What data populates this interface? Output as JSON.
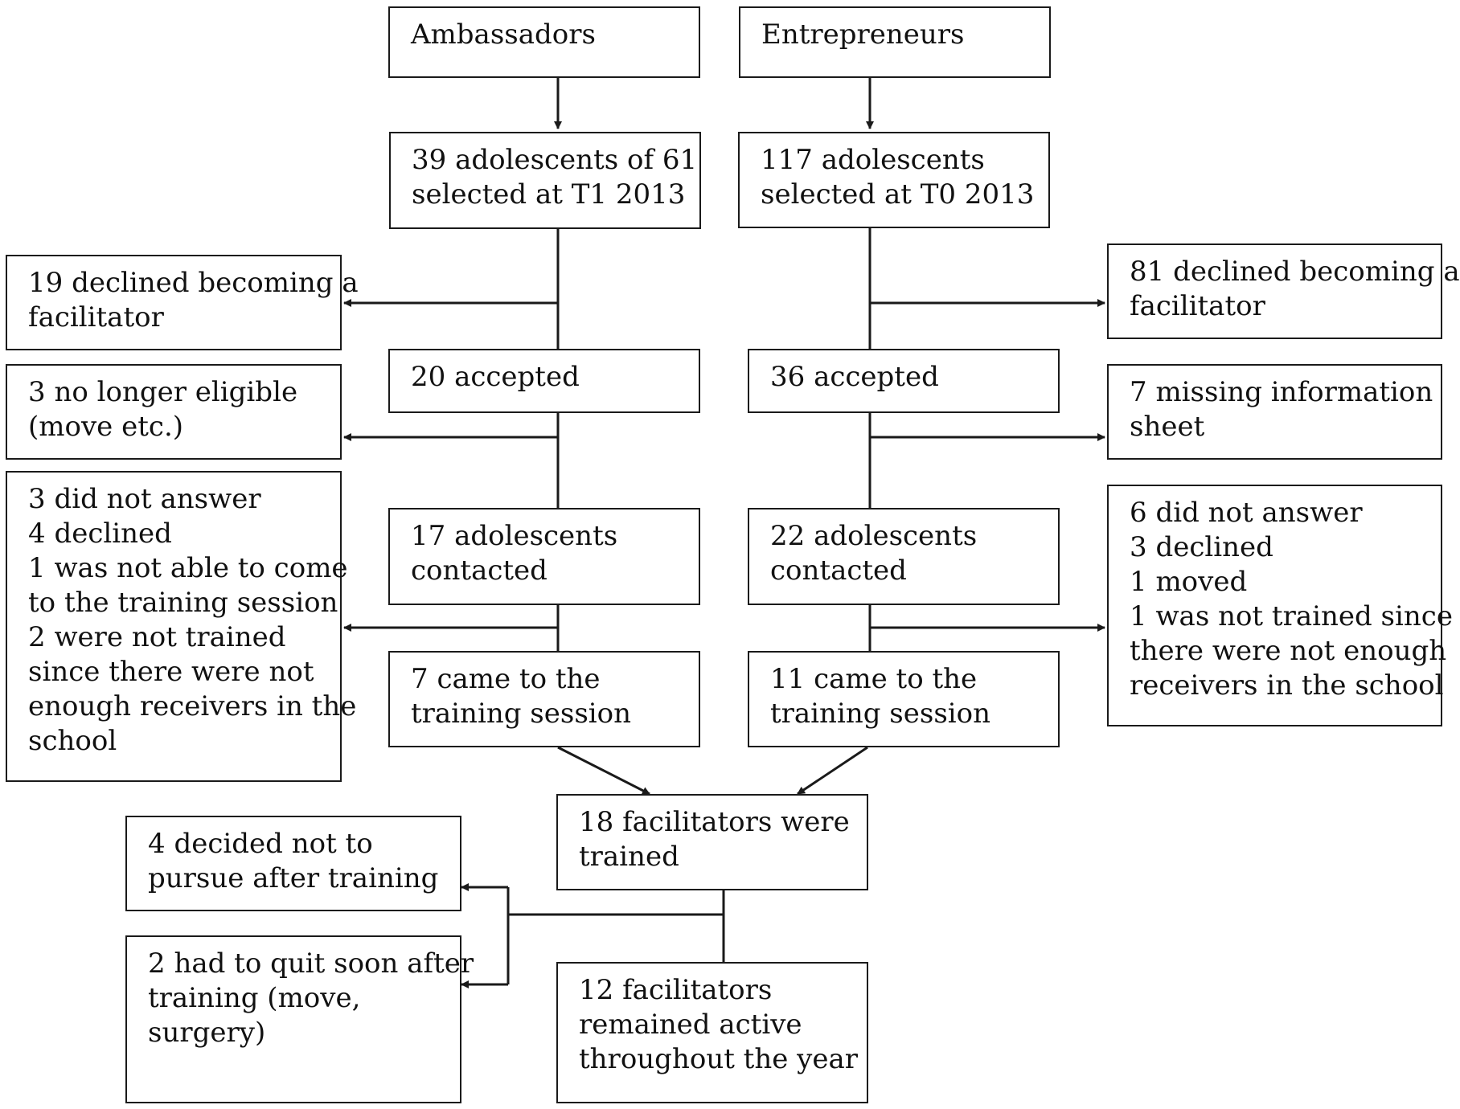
{
  "ambassadors": {
    "header": [
      "Ambassadors"
    ],
    "selected": [
      "39 adolescents of 61",
      "selected at T1 2013"
    ],
    "declined": [
      "19 declined becoming a",
      "facilitator"
    ],
    "accepted": [
      "20 accepted"
    ],
    "ineligible": [
      "3 no longer eligible",
      "(move etc.)"
    ],
    "contacted": [
      "17 adolescents",
      "contacted"
    ],
    "dropouts": [
      "3 did not answer",
      "4 declined",
      "1 was not able to come",
      "to the training session",
      "2 were not trained",
      "since there were not",
      "enough receivers in the",
      "school"
    ],
    "came": [
      "7 came to the",
      "training session"
    ]
  },
  "entrepreneurs": {
    "header": [
      "Entrepreneurs"
    ],
    "selected": [
      "117 adolescents",
      "selected at T0 2013"
    ],
    "declined": [
      "81 declined becoming a",
      "facilitator"
    ],
    "accepted": [
      "36 accepted"
    ],
    "missing": [
      "7 missing information",
      "sheet"
    ],
    "contacted": [
      "22 adolescents",
      "contacted"
    ],
    "dropouts": [
      "6 did not answer",
      "3 declined",
      "1 moved",
      "1 was not trained since",
      "there were not enough",
      "receivers in the school"
    ],
    "came": [
      "11 came to the",
      "training session"
    ]
  },
  "merged": {
    "trained": [
      "18 facilitators were",
      "trained"
    ],
    "not_pursue": [
      "4 decided not to",
      "pursue after training"
    ],
    "quit": [
      "2 had to quit soon after",
      "training (move,",
      "surgery)"
    ],
    "active": [
      "12 facilitators",
      "remained active",
      "throughout the year"
    ]
  },
  "style": {
    "line_color": "#1a1a1a",
    "box_border": "#1a1a1a",
    "background": "#ffffff"
  }
}
